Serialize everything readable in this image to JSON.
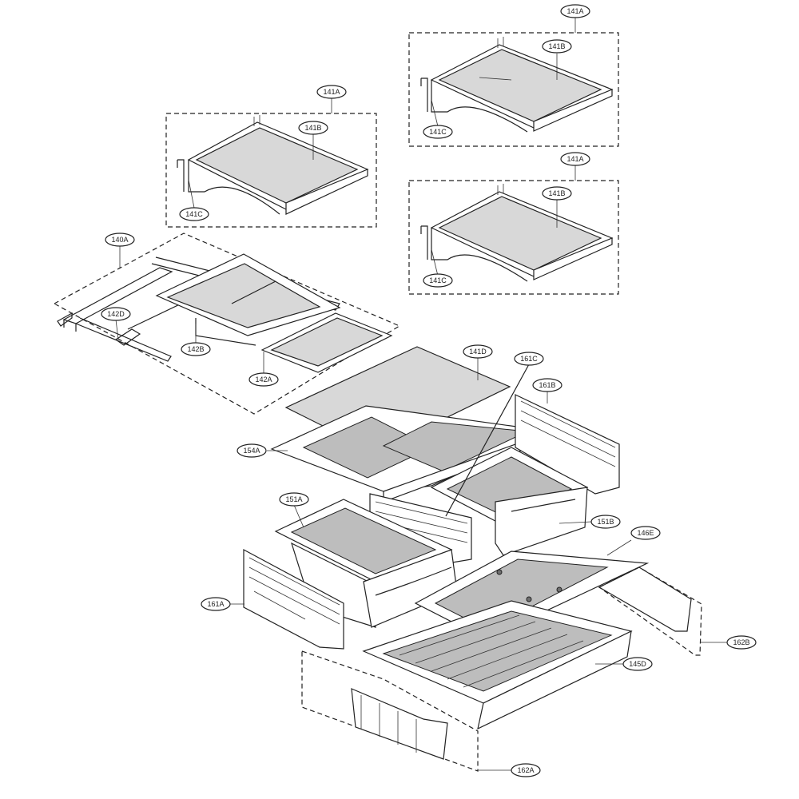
{
  "diagram": {
    "labels": {
      "l141A_top": "141A",
      "l141B_top": "141B",
      "l141C_top": "141C",
      "l141A_left": "141A",
      "l141B_left": "141B",
      "l141C_left": "141C",
      "l141A_mid": "141A",
      "l141B_mid": "141B",
      "l141C_mid": "141C",
      "l140A": "140A",
      "l142D": "142D",
      "l142B": "142B",
      "l142A": "142A",
      "l141D": "141D",
      "l161C": "161C",
      "l161B": "161B",
      "l154A": "154A",
      "l151A": "151A",
      "l151B": "151B",
      "l146E": "146E",
      "l161A": "161A",
      "l162B": "162B",
      "l145D": "145D",
      "l162A": "162A"
    }
  }
}
